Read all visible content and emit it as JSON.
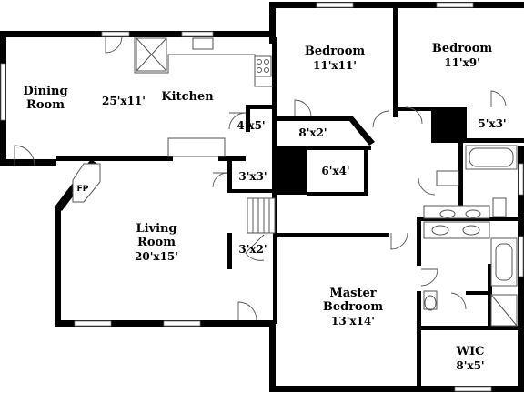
{
  "rooms": {
    "dining": {
      "name_line1": "Dining",
      "name_line2": "Room"
    },
    "kitchen": {
      "name": "Kitchen",
      "dims": "25'x11'"
    },
    "bedroom1": {
      "name": "Bedroom",
      "dims": "11'x11'"
    },
    "bedroom2": {
      "name": "Bedroom",
      "dims": "11'x9'"
    },
    "closet_4x5": {
      "dims": "4'x5'"
    },
    "closet_5x3": {
      "dims": "5'x3'"
    },
    "hall_8x2": {
      "dims": "8'x2'"
    },
    "closet_3x3": {
      "dims": "3'x3'"
    },
    "closet_6x4": {
      "dims": "6'x4'"
    },
    "living": {
      "name_line1": "Living",
      "name_line2": "Room",
      "dims": "20'x15'"
    },
    "closet_3x2": {
      "dims": "3'x2'"
    },
    "master": {
      "name_line1": "Master",
      "name_line2": "Bedroom",
      "dims": "13'x14'"
    },
    "wic": {
      "name": "WIC",
      "dims": "8'x5'"
    }
  },
  "fixtures": {
    "fireplace": "FP"
  }
}
